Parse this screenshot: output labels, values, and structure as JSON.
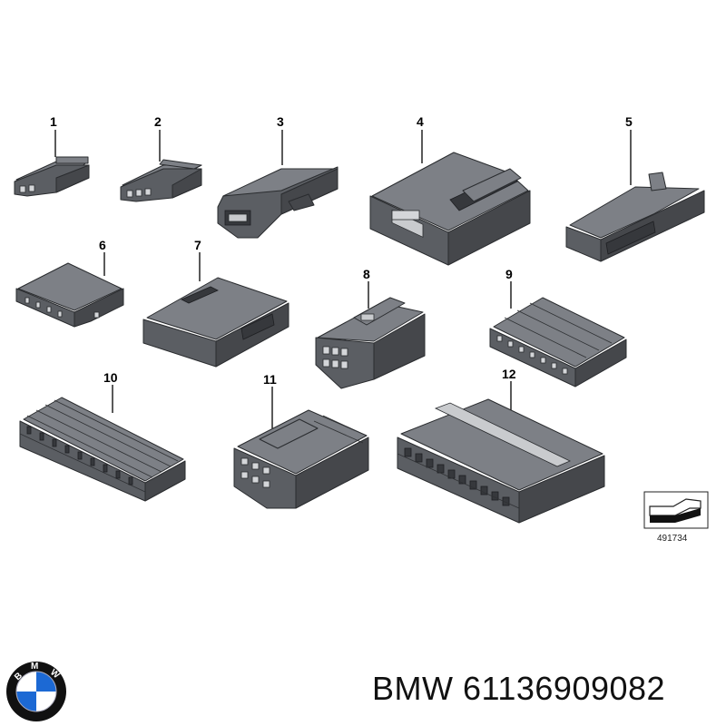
{
  "diagram": {
    "callouts": [
      "1",
      "2",
      "3",
      "4",
      "5",
      "6",
      "7",
      "8",
      "9",
      "10",
      "11",
      "12"
    ],
    "catalog_number": "491734"
  },
  "caption": {
    "brand": "BMW",
    "part_number": "61136909082"
  },
  "logo": {
    "letters": [
      "B",
      "M",
      "W"
    ]
  },
  "colors": {
    "part_body": "#5b5e63",
    "part_top": "#7d8086",
    "logo_blue": "#1c69d4",
    "logo_ring": "#111111"
  }
}
